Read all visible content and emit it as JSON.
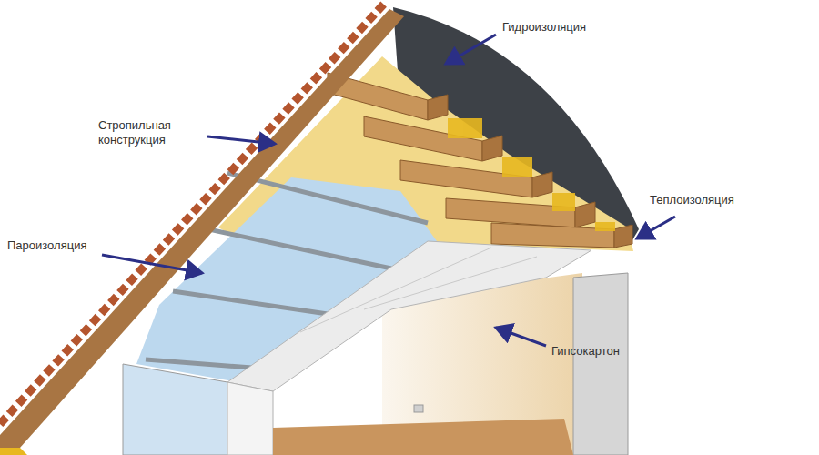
{
  "diagram": {
    "labels": [
      "Гидроизоляция",
      "Стропильная конструкция",
      "Теплоизоляция",
      "Пароизоляция",
      "Гипсокартон"
    ]
  }
}
